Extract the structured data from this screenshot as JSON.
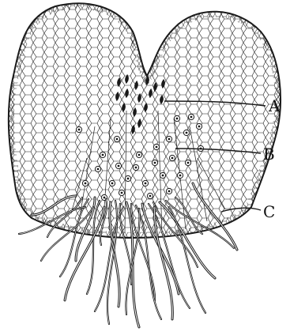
{
  "diagram": {
    "labels": {
      "a": "A",
      "b": "B",
      "c": "C"
    },
    "colors": {
      "ink": "#1a1a1a",
      "background": "#ffffff"
    }
  }
}
